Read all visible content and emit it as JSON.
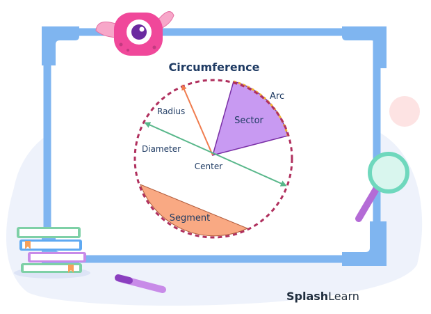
{
  "diagram": {
    "title": "Circumference",
    "labels": {
      "arc": "Arc",
      "sector": "Sector",
      "radius": "Radius",
      "diameter": "Diameter",
      "center": "Center",
      "segment": "Segment"
    }
  },
  "brand": {
    "part1": "Splash",
    "part2": "Learn"
  },
  "colors": {
    "frame": "#7fb5f0",
    "circle": "#b0305e",
    "sector": "#c89af2",
    "segment": "#f9a983",
    "radius": "#f07c4e",
    "diameter": "#58b78a",
    "arc": "#f2b233",
    "label": "#1f3b63"
  }
}
